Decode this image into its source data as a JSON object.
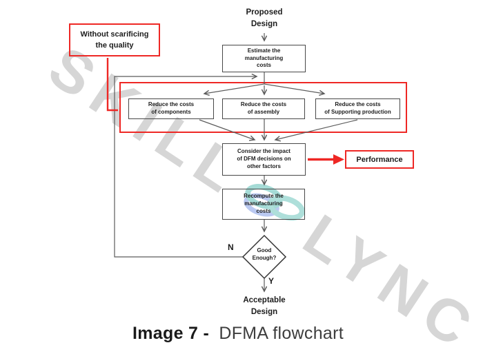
{
  "colors": {
    "accent_red": "#ee2724",
    "line_gray": "#5b5b5b",
    "box_border": "#474747",
    "watermark_gray": "#d6d6d6",
    "watermark_teal": "#a5dbd6",
    "watermark_blue": "#bac9f1"
  },
  "watermark": {
    "word_top": "SKILL",
    "word_bottom": "LYNC",
    "logo": "chain-link-logo"
  },
  "flowchart": {
    "proposed": "Proposed\nDesign",
    "estimate": "Estimate the\nmanufacturing\ncosts",
    "reduce_components": "Reduce the costs\nof components",
    "reduce_assembly": "Reduce the costs\nof assembly",
    "reduce_supporting": "Reduce the costs\nof Supporting production",
    "consider": "Consider the impact\nof DFM decisions on\nother factors",
    "recompute": "Recompute the\nmanufacturing\ncosts",
    "decision": "Good\nEnough?",
    "acceptable": "Acceptable\nDesign",
    "no_label": "N",
    "yes_label": "Y"
  },
  "annotations": {
    "without_quality": "Without scarificing\nthe quality",
    "performance": "Performance"
  },
  "caption": {
    "bold": "Image 7 -",
    "regular": "DFMA flowchart"
  }
}
